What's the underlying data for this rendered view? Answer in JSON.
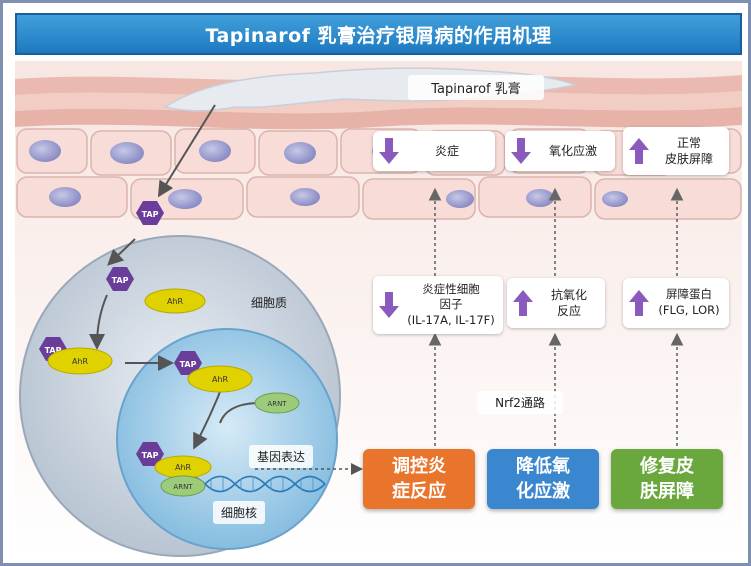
{
  "title": "Tapinarof 乳膏治疗银屑病的作用机理",
  "cream_label": "Tapinarof 乳膏",
  "molecules": {
    "tap": "TAP",
    "ahr": "AhR",
    "arnt": "ARNT"
  },
  "cell_labels": {
    "cytoplasm": "细胞质",
    "nucleus": "细胞核",
    "gene_expression": "基因表达"
  },
  "top_effects": [
    {
      "text": "炎症",
      "direction": "down"
    },
    {
      "text": "氧化应激",
      "direction": "down"
    },
    {
      "text": "正常\n皮肤屏障",
      "direction": "up"
    }
  ],
  "middle_effects": [
    {
      "text": "炎症性细胞\n因子\n(IL-17A, IL-17F)",
      "direction": "down"
    },
    {
      "text": "抗氧化\n反应",
      "direction": "up"
    },
    {
      "text": "屏障蛋白\n(FLG, LOR)",
      "direction": "up"
    }
  ],
  "pathway_label": "Nrf2通路",
  "actions": [
    {
      "text": "调控炎\n症反应",
      "color": "#e9742b"
    },
    {
      "text": "降低氧\n化应激",
      "color": "#3a86cf"
    },
    {
      "text": "修复皮\n肤屏障",
      "color": "#6aa83e"
    }
  ],
  "colors": {
    "purple": "#6a3d9a",
    "ahr_yellow": "#e0d200",
    "arnt_green": "#9ccc7a",
    "title_blue": "#2a8bd0"
  }
}
